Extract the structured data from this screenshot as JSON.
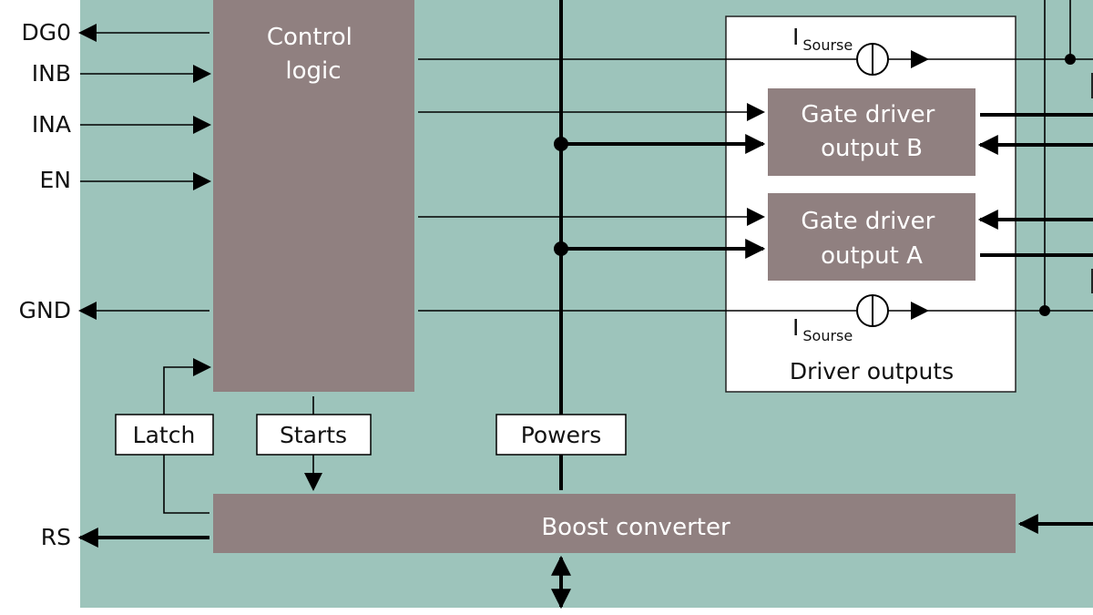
{
  "pins_left": {
    "dg0": "DG0",
    "inb": "INB",
    "ina": "INA",
    "en": "EN",
    "gnd": "GND",
    "rs": "RS"
  },
  "blocks": {
    "control_logic": [
      "Control",
      "logic"
    ],
    "gate_driver_b": [
      "Gate driver",
      "output B"
    ],
    "gate_driver_a": [
      "Gate driver",
      "output A"
    ],
    "boost_converter": "Boost converter",
    "driver_outputs": "Driver outputs"
  },
  "tags": {
    "latch": "Latch",
    "starts": "Starts",
    "powers": "Powers"
  },
  "current_source": {
    "symbol": "I",
    "subscript": "Sourse"
  },
  "colors": {
    "background": "#9dc4bb",
    "block": "#908080",
    "panel": "#ffffff"
  }
}
